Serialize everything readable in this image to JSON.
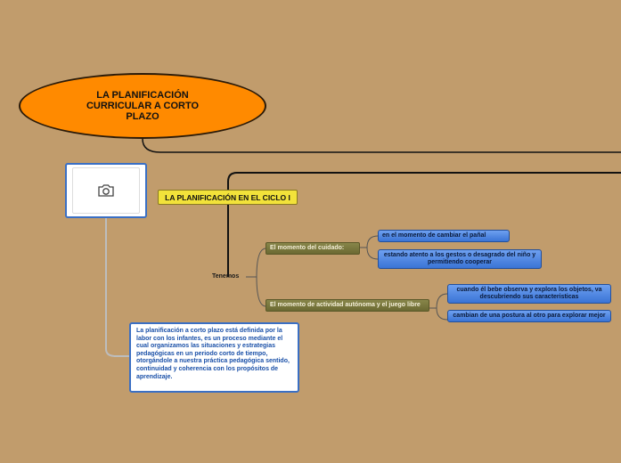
{
  "title": "LA PLANIFICACIÓN CURRICULAR A CORTO PLAZO",
  "image_icon": "camera-icon",
  "ciclo_label": "LA PLANIFICACIÓN EN EL CICLO I",
  "tenemos_label": "Tenemos",
  "branch_cuidado": {
    "label": "El momento del cuidado:",
    "children": [
      "en el momento de cambiar el pañal",
      "estando atento a los gestos o desagrado del niño y permitiendo cooperar"
    ]
  },
  "branch_actividad": {
    "label": "El momento de actividad autónoma y el juego libre",
    "children": [
      "cuando él bebe observa y explora los objetos, va descubriendo sus caracteristicas",
      "cambian de una postura al otro para explorar mejor"
    ]
  },
  "description": "La planificación a corto plazo está definida por la labor con los infantes, es un proceso mediante el cual organizamos las situaciones y estrategias pedagógicas en un periodo corto de tiempo, otorgándole a nuestra práctica pedagógica sentido, continuidad y coherencia con los propósitos de aprendizaje.",
  "colors": {
    "background": "#c19c6c",
    "root": "#ff8a00",
    "ciclo": "#f2e23a",
    "branch": "#6b6932",
    "leaf": "#3a74d6",
    "line": "#111111",
    "connector": "#a9a9a9"
  }
}
